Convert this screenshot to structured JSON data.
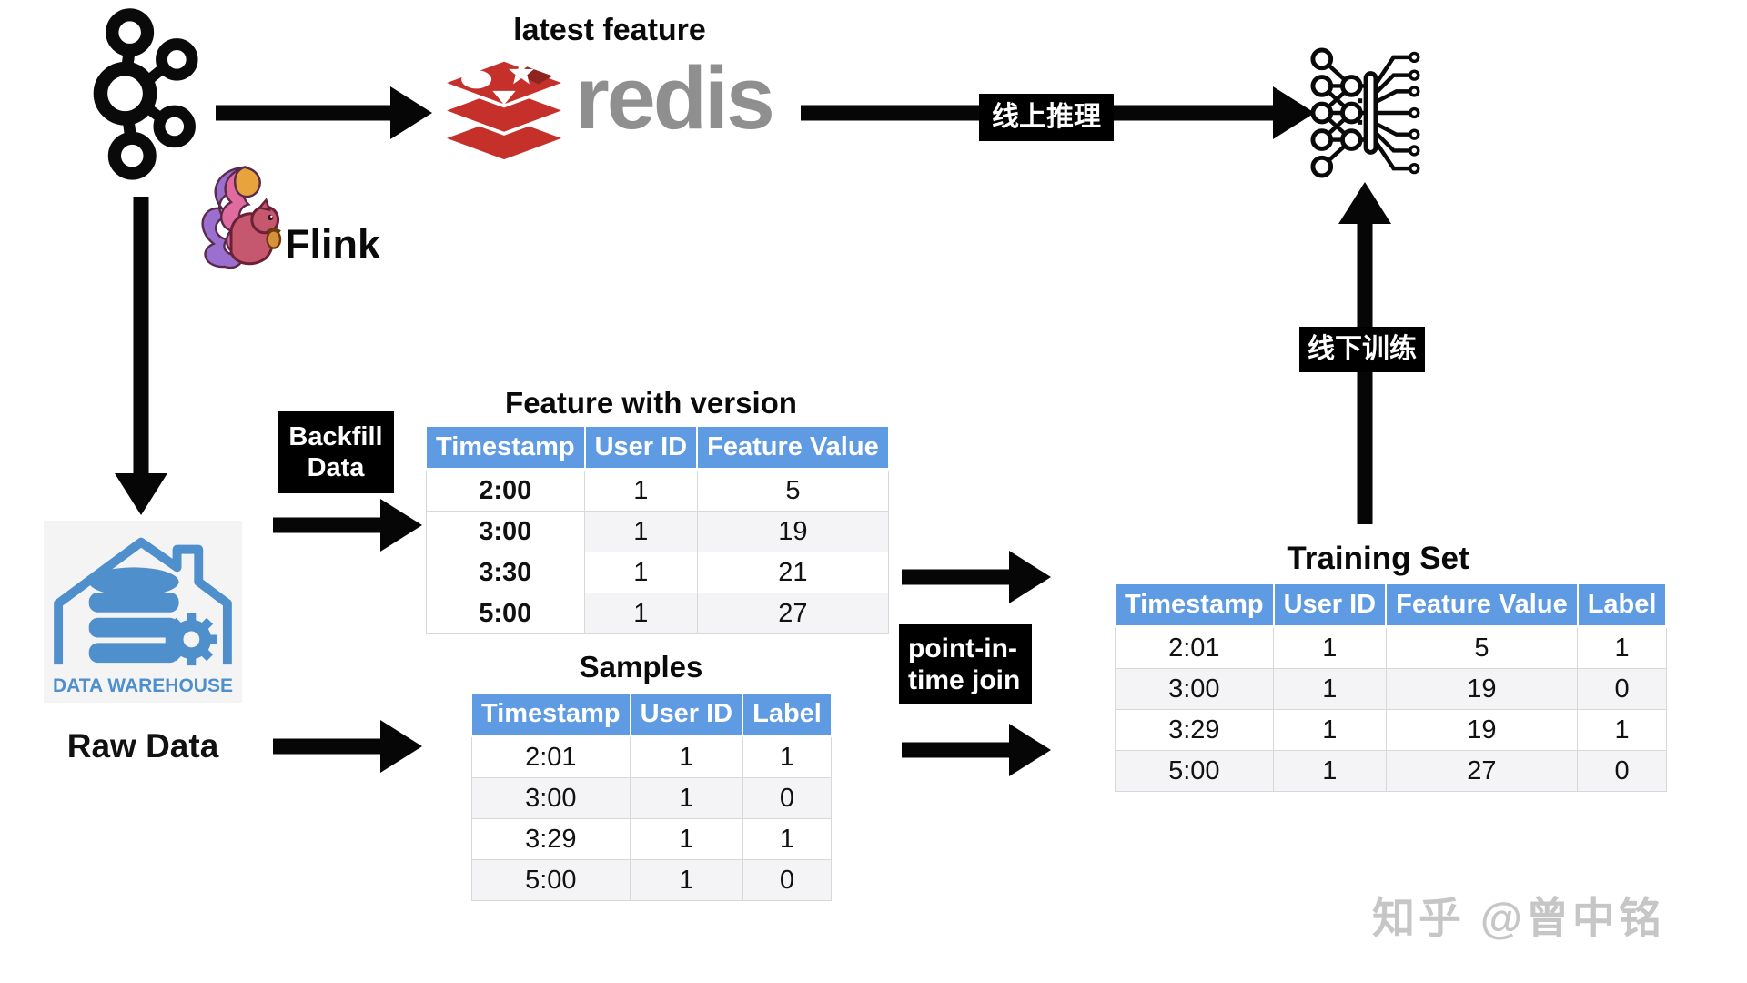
{
  "labels": {
    "latest_feature": "latest feature",
    "flink": "Flink",
    "redis_wordmark": "redis",
    "online_inference": "线上推理",
    "offline_training": "线下训练",
    "backfill_line1": "Backfill",
    "backfill_line2": "Data",
    "pit_line1": "point-in-",
    "pit_line2": "time join",
    "raw_data": "Raw Data",
    "data_warehouse": "DATA WAREHOUSE",
    "watermark": "知乎 @曾中铭"
  },
  "tables": {
    "feature": {
      "title": "Feature with version",
      "headers": [
        "Timestamp",
        "User ID",
        "Feature Value"
      ],
      "rows": [
        [
          "2:00",
          "1",
          "5"
        ],
        [
          "3:00",
          "1",
          "19"
        ],
        [
          "3:30",
          "1",
          "21"
        ],
        [
          "5:00",
          "1",
          "27"
        ]
      ]
    },
    "samples": {
      "title": "Samples",
      "headers": [
        "Timestamp",
        "User ID",
        "Label"
      ],
      "rows": [
        [
          "2:01",
          "1",
          "1"
        ],
        [
          "3:00",
          "1",
          "0"
        ],
        [
          "3:29",
          "1",
          "1"
        ],
        [
          "5:00",
          "1",
          "0"
        ]
      ]
    },
    "training": {
      "title": "Training Set",
      "headers": [
        "Timestamp",
        "User ID",
        "Feature Value",
        "Label"
      ],
      "rows": [
        [
          "2:01",
          "1",
          "5",
          "1"
        ],
        [
          "3:00",
          "1",
          "19",
          "0"
        ],
        [
          "3:29",
          "1",
          "19",
          "1"
        ],
        [
          "5:00",
          "1",
          "27",
          "0"
        ]
      ]
    }
  },
  "icons": {
    "kafka": "kafka-logo-icon",
    "redis": "redis-logo-icon",
    "flink": "flink-squirrel-icon",
    "data_warehouse": "data-warehouse-icon",
    "neural_network": "neural-network-model-icon"
  },
  "colors": {
    "table_header_blue": "#5E9BE2",
    "row_alt_gray": "#F4F4F6",
    "label_box_black": "#000000",
    "redis_red": "#C6302B",
    "redis_dark_red": "#8D2420",
    "redis_text_gray": "#8F8F8F",
    "warehouse_blue": "#4E8FCC",
    "watermark_gray": "#C6C6C6"
  }
}
